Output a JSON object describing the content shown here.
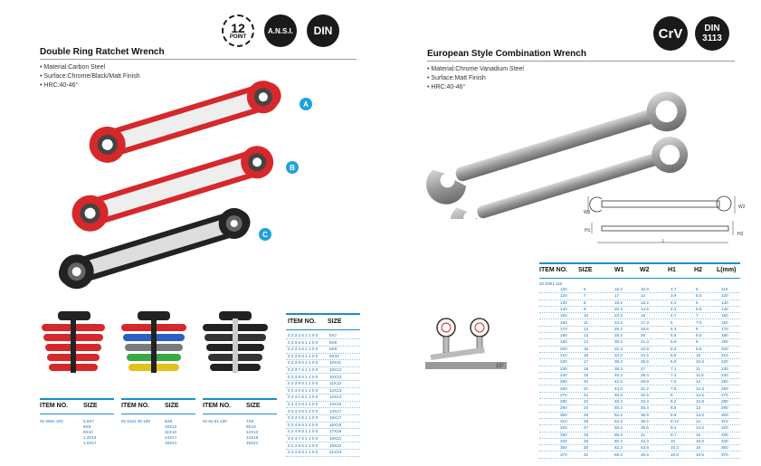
{
  "badges": {
    "point_number": "12",
    "point_label": "POINT",
    "ansi": "A.N.S.I.",
    "din": "DIN",
    "crv": "CrV",
    "din3113_top": "DIN",
    "din3113_bottom": "3113"
  },
  "left": {
    "title": "Double Ring Ratchet Wrench",
    "specs": [
      "Material:Carbon Steel",
      "Surface:Chrome/Black/Matt Finish",
      "HRC:40-46°"
    ],
    "letters": [
      "A",
      "B",
      "C"
    ],
    "tables": [
      {
        "col1": "ITEM NO.",
        "col2": "SIZE",
        "item": "02 5561 100",
        "sizes": [
          "5.5X7",
          "6X8",
          "9X10",
          "1.3X14",
          "1.5X17"
        ]
      },
      {
        "col1": "ITEM NO.",
        "col2": "SIZE",
        "item": "02 5161 00 100",
        "sizes": [
          "6X8",
          "10X12",
          "11X13",
          "14X17",
          "19X21"
        ]
      },
      {
        "col1": "ITEM NO.",
        "col2": "SIZE",
        "item": "02 52 61 100",
        "sizes": [
          "7X8",
          "9X10",
          "12X13",
          "14X15",
          "19X21"
        ]
      }
    ]
  },
  "middle_table": {
    "col1": "ITEM NO.",
    "col2": "SIZE",
    "rows": [
      [
        "0 2 3 2 6 1 1 0 0",
        "5X7"
      ],
      [
        "0 2 3 3 6 1 1 0 0",
        "6X8"
      ],
      [
        "0 2 3 4 6 1 1 0 0",
        "6X9"
      ],
      [
        "0 2 3 5 6 1 1 0 0",
        "8X10"
      ],
      [
        "0 2 3 6 6 1 1 0 0",
        "10X11"
      ],
      [
        "0 2 3 7 6 1 1 0 0",
        "10X12"
      ],
      [
        "0 2 3 8 6 1 1 0 0",
        "10X13"
      ],
      [
        "0 2 3 9 6 1 1 0 0",
        "11X13"
      ],
      [
        "0 2 4 0 6 1 1 0 0",
        "12X13"
      ],
      [
        "0 2 4 1 6 1 1 0 0",
        "12X14"
      ],
      [
        "0 2 4 2 6 1 1 0 0",
        "13X15"
      ],
      [
        "0 2 4 3 6 1 1 0 0",
        "14X17"
      ],
      [
        "0 2 4 4 6 1 1 0 0",
        "16X17"
      ],
      [
        "0 2 4 5 6 1 1 0 0",
        "16X18"
      ],
      [
        "0 2 4 6 6 1 1 0 0",
        "17X19"
      ],
      [
        "0 2 4 7 6 1 1 0 0",
        "19X21"
      ],
      [
        "0 2 4 8 6 1 1 0 0",
        "19X22"
      ],
      [
        "0 2 4 9 6 1 1 0 0",
        "21X23"
      ]
    ]
  },
  "right": {
    "title": "European Style Combination Wrench",
    "specs": [
      "Material:Chrome Vanadium Steel",
      "Surface:Matt Finish",
      "HRC:40-46°"
    ],
    "angle_label": "15°",
    "dims": {
      "w1": "W1",
      "w2": "W2",
      "h1": "H1",
      "h2": "H2",
      "l": "L"
    },
    "table": {
      "headers": [
        "ITEM NO.",
        "SIZE",
        "W1",
        "W2",
        "H1",
        "H2",
        "L(mm)"
      ],
      "first_item": "02 5391 110",
      "rows": [
        [
          "120",
          "6",
          "15.2",
          "10.8",
          "3.7",
          "5",
          "110"
        ],
        [
          "120",
          "7",
          "17",
          "12",
          "3.9",
          "5.5",
          "120"
        ],
        [
          "130",
          "8",
          "18.2",
          "13.2",
          "4.2",
          "6",
          "130"
        ],
        [
          "140",
          "9",
          "20.2",
          "14.6",
          "4.4",
          "6.5",
          "140"
        ],
        [
          "150",
          "10",
          "22.2",
          "16",
          "4.7",
          "7",
          "150"
        ],
        [
          "160",
          "11",
          "24.2",
          "17.3",
          "5",
          "7.5",
          "160"
        ],
        [
          "170",
          "12",
          "26.2",
          "18.6",
          "5.3",
          "8",
          "170"
        ],
        [
          "180",
          "13",
          "28.2",
          "20",
          "5.6",
          "8.5",
          "180"
        ],
        [
          "190",
          "14",
          "30.2",
          "21.4",
          "5.9",
          "9",
          "190"
        ],
        [
          "200",
          "15",
          "32.2",
          "22.8",
          "6.2",
          "9.5",
          "200"
        ],
        [
          "210",
          "16",
          "34.2",
          "24.2",
          "6.5",
          "10",
          "210"
        ],
        [
          "220",
          "17",
          "36.2",
          "25.6",
          "6.8",
          "10.5",
          "220"
        ],
        [
          "230",
          "18",
          "38.2",
          "27",
          "7.1",
          "11",
          "230"
        ],
        [
          "240",
          "19",
          "40.2",
          "28.4",
          "7.4",
          "11.5",
          "240"
        ],
        [
          "250",
          "20",
          "42.2",
          "29.8",
          "7.6",
          "12",
          "250"
        ],
        [
          "260",
          "21",
          "44.2",
          "31.2",
          "7.8",
          "12.3",
          "260"
        ],
        [
          "270",
          "22",
          "46.2",
          "32.6",
          "8",
          "12.5",
          "270"
        ],
        [
          "280",
          "23",
          "48.2",
          "34.4",
          "8.2",
          "12.8",
          "280"
        ],
        [
          "290",
          "24",
          "50.2",
          "35.4",
          "8.5",
          "13",
          "290"
        ],
        [
          "300",
          "25",
          "52.2",
          "36.8",
          "8.9",
          "13.5",
          "300"
        ],
        [
          "310",
          "26",
          "54.2",
          "38.2",
          "9.14",
          "14",
          "310"
        ],
        [
          "320",
          "27",
          "56.2",
          "39.6",
          "9.4",
          "14.5",
          "320"
        ],
        [
          "330",
          "28",
          "58.2",
          "41",
          "9.7",
          "15",
          "330"
        ],
        [
          "340",
          "29",
          "60.2",
          "42.4",
          "10",
          "15.5",
          "340"
        ],
        [
          "350",
          "30",
          "62.2",
          "43.8",
          "10.3",
          "16",
          "350"
        ],
        [
          "370",
          "32",
          "66.2",
          "46.6",
          "10.8",
          "16.5",
          "370"
        ]
      ]
    }
  },
  "colors": {
    "table_blue": "#1b8fc7",
    "letter_blue": "#1fa3d8",
    "wrench_red": "#d6282b"
  }
}
